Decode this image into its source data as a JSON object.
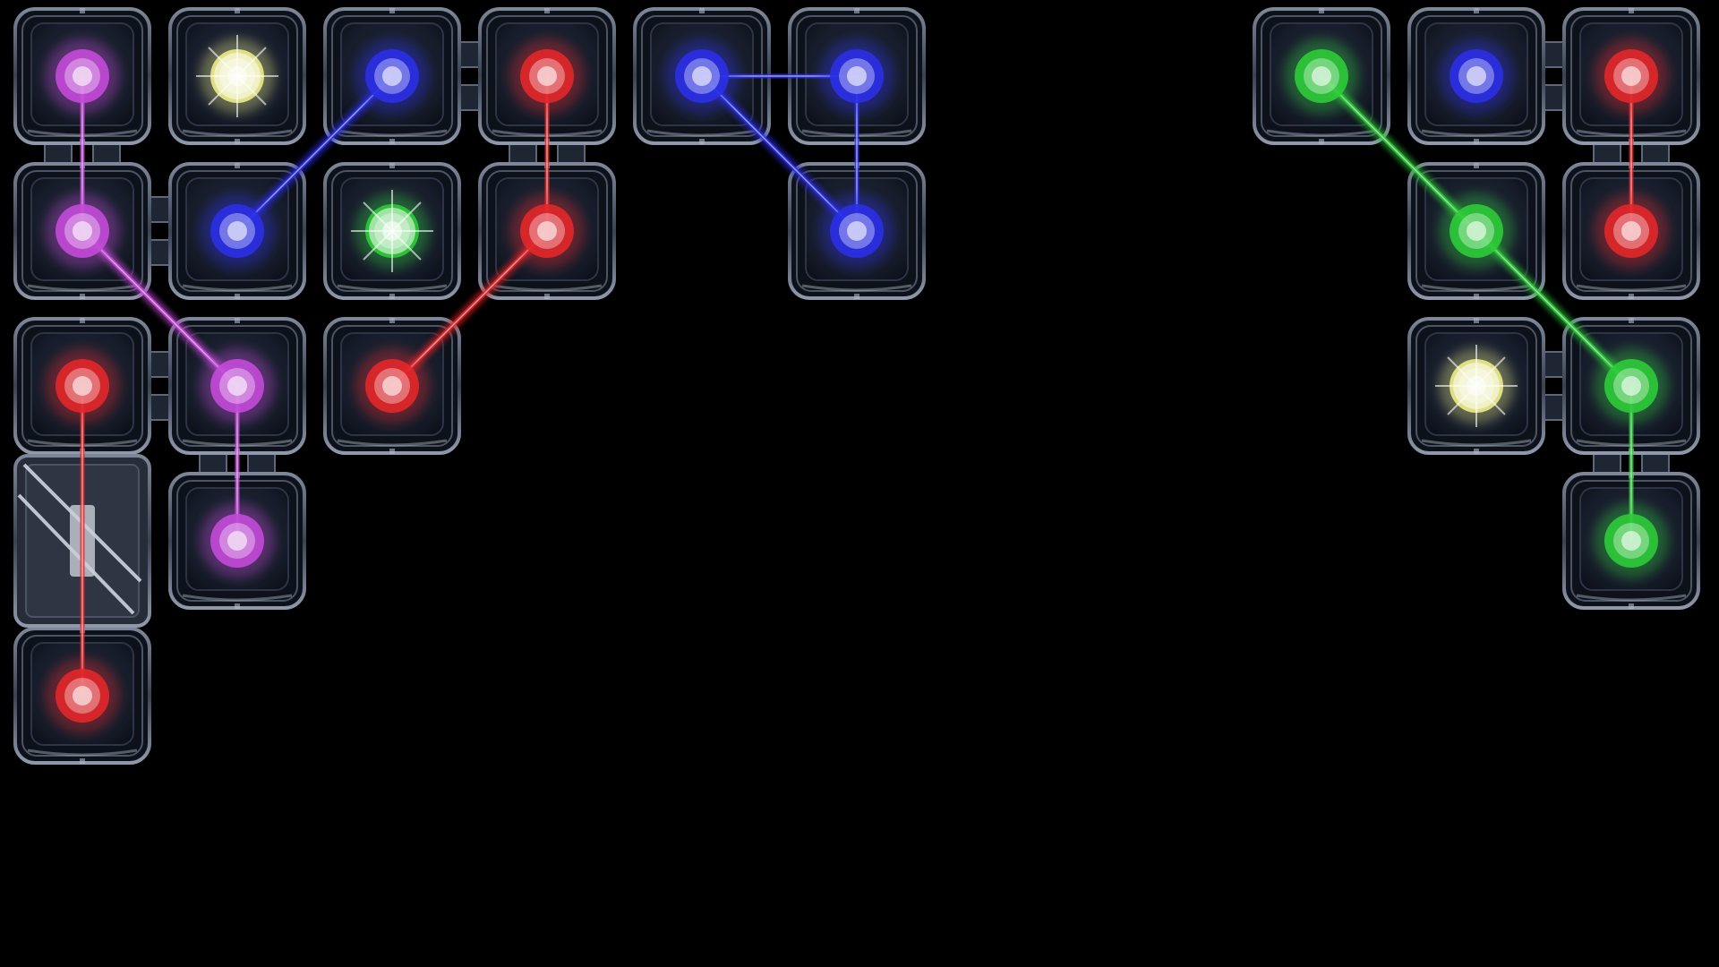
{
  "palette": {
    "background": "#000000",
    "frame": "#5d6778",
    "frame_light": "#aeb7c6",
    "tile": "#1b2130",
    "red": "#e2272a",
    "blue": "#2a2fe6",
    "green": "#2ecb3a",
    "purple": "#c34ad8",
    "yellow": "#ecec8a"
  },
  "lights": [
    {
      "row": 0,
      "col": 0,
      "color": "purple"
    },
    {
      "row": 0,
      "col": 1,
      "color": "yellow",
      "sparkle": true
    },
    {
      "row": 0,
      "col": 2,
      "color": "blue"
    },
    {
      "row": 0,
      "col": 3,
      "color": "red"
    },
    {
      "row": 0,
      "col": 4,
      "color": "blue"
    },
    {
      "row": 0,
      "col": 5,
      "color": "blue"
    },
    {
      "row": 1,
      "col": 0,
      "color": "purple"
    },
    {
      "row": 1,
      "col": 1,
      "color": "blue"
    },
    {
      "row": 1,
      "col": 2,
      "color": "green",
      "sparkle": true
    },
    {
      "row": 1,
      "col": 3,
      "color": "red"
    },
    {
      "row": 1,
      "col": 5,
      "color": "blue"
    },
    {
      "row": 2,
      "col": 0,
      "color": "red"
    },
    {
      "row": 2,
      "col": 1,
      "color": "purple"
    },
    {
      "row": 2,
      "col": 2,
      "color": "red"
    },
    {
      "row": 3,
      "col": 1,
      "color": "purple"
    },
    {
      "row": 4,
      "col": 0,
      "color": "red"
    },
    {
      "row": 0,
      "col": 8,
      "color": "green"
    },
    {
      "row": 0,
      "col": 9,
      "color": "blue"
    },
    {
      "row": 0,
      "col": 10,
      "color": "red"
    },
    {
      "row": 1,
      "col": 9,
      "color": "green"
    },
    {
      "row": 1,
      "col": 10,
      "color": "red"
    },
    {
      "row": 2,
      "col": 9,
      "color": "yellow",
      "sparkle": true
    },
    {
      "row": 2,
      "col": 10,
      "color": "green"
    },
    {
      "row": 3,
      "col": 10,
      "color": "green"
    }
  ],
  "beams": [
    {
      "color": "purple",
      "from": [
        0,
        0
      ],
      "to": [
        1,
        0
      ]
    },
    {
      "color": "purple",
      "from": [
        1,
        0
      ],
      "to": [
        2,
        1
      ]
    },
    {
      "color": "purple",
      "from": [
        2,
        1
      ],
      "to": [
        3,
        1
      ]
    },
    {
      "color": "blue",
      "from": [
        0,
        2
      ],
      "to": [
        1,
        1
      ]
    },
    {
      "color": "red",
      "from": [
        0,
        3
      ],
      "to": [
        1,
        3
      ]
    },
    {
      "color": "red",
      "from": [
        1,
        3
      ],
      "to": [
        2,
        2
      ]
    },
    {
      "color": "blue",
      "from": [
        0,
        4
      ],
      "to": [
        0,
        5
      ]
    },
    {
      "color": "blue",
      "from": [
        0,
        5
      ],
      "to": [
        1,
        5
      ]
    },
    {
      "color": "blue",
      "from": [
        0,
        4
      ],
      "to": [
        1,
        5
      ]
    },
    {
      "color": "red",
      "from": [
        2,
        0
      ],
      "to": [
        4,
        0
      ]
    },
    {
      "color": "green",
      "from": [
        0,
        8
      ],
      "to": [
        1,
        9
      ]
    },
    {
      "color": "green",
      "from": [
        1,
        9
      ],
      "to": [
        2,
        10
      ]
    },
    {
      "color": "green",
      "from": [
        2,
        10
      ],
      "to": [
        3,
        10
      ]
    },
    {
      "color": "red",
      "from": [
        0,
        10
      ],
      "to": [
        1,
        10
      ]
    }
  ],
  "connectors": [
    {
      "between": [
        [
          0,
          0
        ],
        [
          1,
          0
        ]
      ]
    },
    {
      "between": [
        [
          0,
          3
        ],
        [
          1,
          3
        ]
      ]
    },
    {
      "between": [
        [
          1,
          0
        ],
        [
          1,
          1
        ]
      ]
    },
    {
      "between": [
        [
          2,
          0
        ],
        [
          2,
          1
        ]
      ]
    },
    {
      "between": [
        [
          2,
          1
        ],
        [
          3,
          1
        ]
      ]
    },
    {
      "between": [
        [
          0,
          2
        ],
        [
          0,
          3
        ]
      ]
    },
    {
      "between": [
        [
          0,
          9
        ],
        [
          0,
          10
        ]
      ]
    },
    {
      "between": [
        [
          0,
          10
        ],
        [
          1,
          10
        ]
      ]
    },
    {
      "between": [
        [
          2,
          9
        ],
        [
          2,
          10
        ]
      ]
    },
    {
      "between": [
        [
          2,
          10
        ],
        [
          3,
          10
        ]
      ]
    }
  ],
  "mirror": {
    "row": 3,
    "col": 0,
    "type": "diagonal-splitter"
  }
}
